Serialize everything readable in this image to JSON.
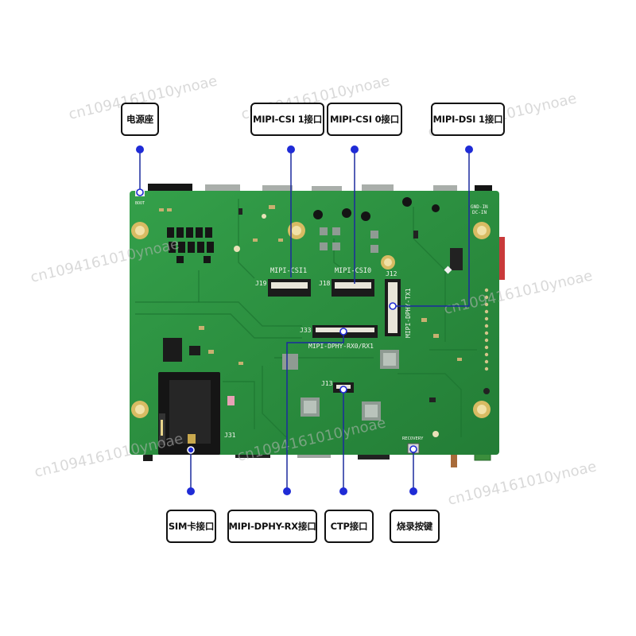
{
  "callouts": {
    "power_jack": "电源座",
    "mipi_csi1": "MIPI-CSI 1接口",
    "mipi_csi0": "MIPI-CSI 0接口",
    "mipi_dsi1": "MIPI-DSI 1接口",
    "sim_card": "SIM卡接口",
    "mipi_dphy_rx": "MIPI-DPHY-RX接口",
    "ctp": "CTP接口",
    "recovery_key": "烧录按键"
  },
  "board_silkscreen": {
    "csi1_label": "MIPI-CSI1",
    "j19": "J19",
    "j18": "J18",
    "csi0_label": "MIPI-CSI0",
    "j12": "J12",
    "dphy_tx1_label": "MIPI-DPHY-TX1",
    "j33": "J33",
    "dphy_rx_label": "MIPI-DPHY-RX0/RX1",
    "j13": "J13",
    "j31": "J31",
    "recovery": "RECOVERY",
    "boot": "BOOT",
    "gnd_in": "GND-IN",
    "dc_in": "DC-IN"
  },
  "watermark": "cn1094161010ynoae",
  "colors": {
    "leader_line": "#1b2a9e",
    "leader_dot": "#1f2bd6",
    "pcb_green": "#2b8e3f",
    "callout_border": "#111111"
  }
}
